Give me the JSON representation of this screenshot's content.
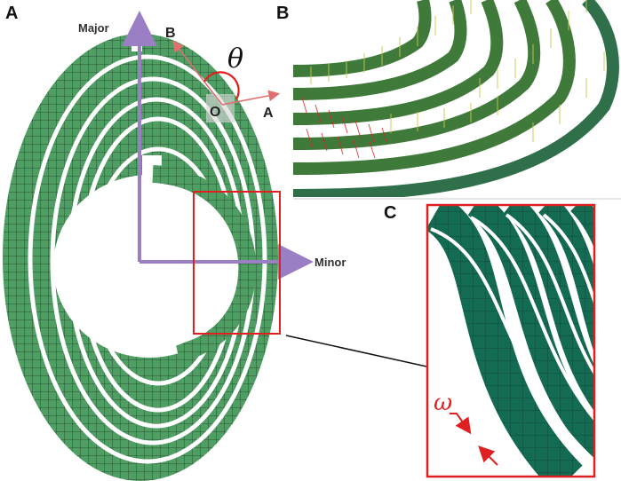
{
  "panels": {
    "a": "A",
    "b": "B",
    "c": "C"
  },
  "axes": {
    "major": "Major",
    "minor": "Minor"
  },
  "local_frame": {
    "axis_a": "A",
    "axis_b": "B",
    "origin": "O",
    "angle": "θ"
  },
  "width_symbol": "ω",
  "colors": {
    "mesh_light": "#4f9e63",
    "mesh_dark": "#136b52",
    "mesh_line": "#1e3a26",
    "axis_purple": "#9a7fc4",
    "highlight_red": "#e02020",
    "load_yellow": "#c8c84a"
  }
}
